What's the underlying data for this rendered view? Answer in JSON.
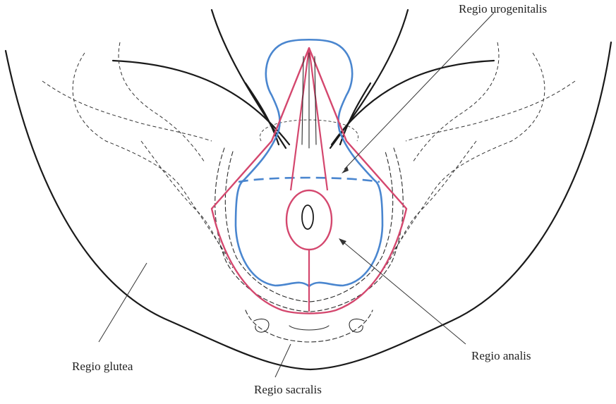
{
  "labels": {
    "urogenital": "Regio urogenitalis",
    "analis": "Regio analis",
    "glutea": "Regio glutea",
    "sacralis": "Regio sacralis"
  },
  "colors": {
    "pink": "#d4476e",
    "blue": "#4a86cf",
    "ink": "#1a1a1a"
  }
}
